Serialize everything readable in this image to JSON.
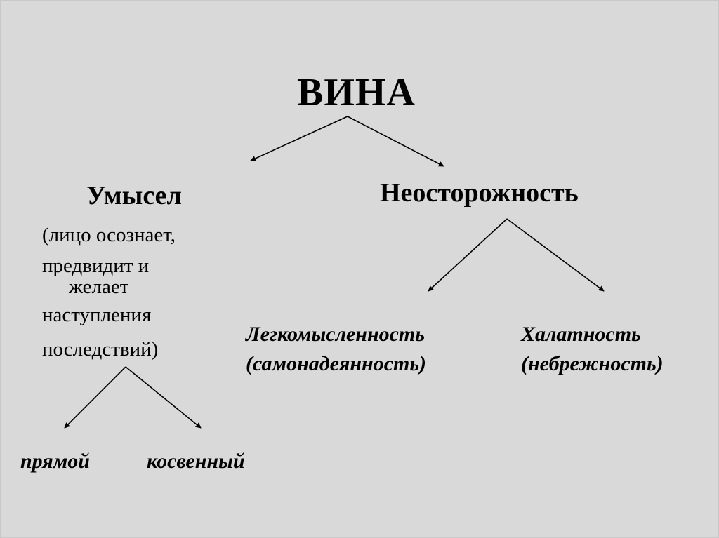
{
  "title": "ВИНА",
  "intent": {
    "label": "Умысел",
    "description": [
      "(лицо осознает,",
      "предвидит и",
      "желает",
      "наступления",
      "последствий)"
    ],
    "kinds": {
      "direct": "прямой",
      "indirect": "косвенный"
    }
  },
  "negligence": {
    "label": "Неосторожность",
    "kinds": {
      "frivolity": {
        "label": "Легкомысленность",
        "alt": "(самонадеянность)"
      },
      "carelessness": {
        "label": "Халатность",
        "alt": "(небрежность)"
      }
    }
  },
  "colors": {
    "background": "#d9d9d9",
    "text": "#000000",
    "lines": "#000000"
  }
}
